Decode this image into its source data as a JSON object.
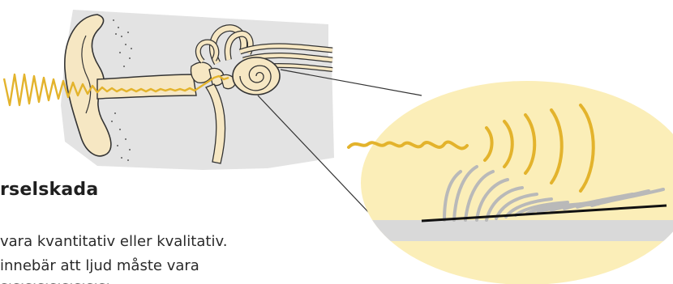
{
  "heading": "rselskada",
  "text_lines": [
    "vara kvantitativ eller kvalitativ.",
    "innebär att ljud måste vara",
    "~~~~~~~~~"
  ],
  "colors": {
    "background_panel": "#e3e3e3",
    "ear_fill": "#f6e7c3",
    "ear_stroke": "#333333",
    "sound_wave": "#e3b32c",
    "zoom_circle": "#fbeeb8",
    "membrane": "#d9d9d9",
    "hair_cells": "#b9b9b9",
    "base_line": "#111111"
  }
}
